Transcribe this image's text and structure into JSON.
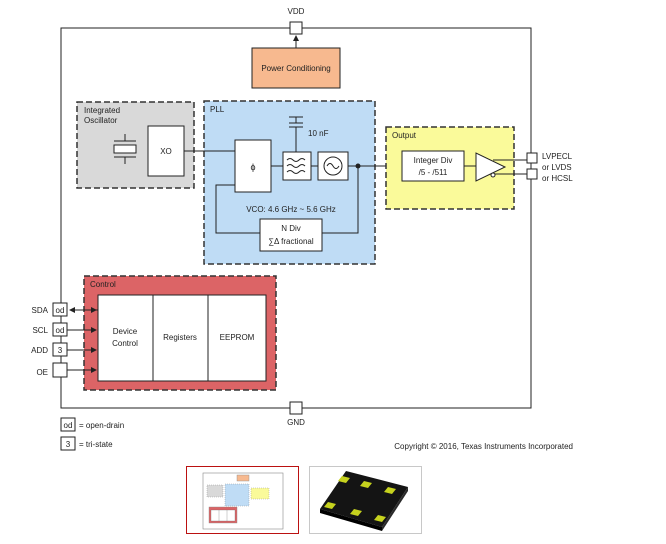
{
  "diagram": {
    "vdd": "VDD",
    "gnd": "GND",
    "power_conditioning": "Power Conditioning",
    "integrated_oscillator": [
      "Integrated",
      "Oscillator"
    ],
    "xo": "XO",
    "pll": {
      "title": "PLL",
      "cap_value": "10 nF",
      "phase_symbol": "ϕ",
      "vco_range": "VCO: 4.6 GHz ~ 5.6 GHz",
      "ndiv": [
        "N Div",
        "∑Δ fractional"
      ]
    },
    "output": {
      "title": "Output",
      "integer_div": [
        "Integer Div",
        "/5 - /511"
      ],
      "formats": [
        "LVPECL",
        "or LVDS",
        "or HCSL"
      ]
    },
    "control": {
      "title": "Control",
      "blocks": [
        [
          "Device",
          "Control"
        ],
        [
          "Registers"
        ],
        [
          "EEPROM"
        ]
      ],
      "pins": [
        {
          "name": "SDA",
          "marker": "od"
        },
        {
          "name": "SCL",
          "marker": "od"
        },
        {
          "name": "ADD",
          "marker": "3"
        },
        {
          "name": "OE",
          "marker": ""
        }
      ]
    },
    "legend": [
      {
        "symbol": "od",
        "text": "= open-drain"
      },
      {
        "symbol": "3",
        "text": "= tri-state"
      }
    ],
    "copyright": "Copyright © 2016, Texas Instruments Incorporated",
    "colors": {
      "power_fill": "#f7b98f",
      "osc_fill": "#d9d9d9",
      "pll_fill": "#bfdcf5",
      "output_fill": "#fafa9a",
      "control_fill": "#dc6466",
      "chip_body": "#1a1a1a",
      "chip_pad": "#c6d21e"
    }
  },
  "thumbnails": [
    {
      "name": "block-diagram-thumbnail",
      "selected": true
    },
    {
      "name": "package-render-thumbnail",
      "selected": false
    }
  ]
}
